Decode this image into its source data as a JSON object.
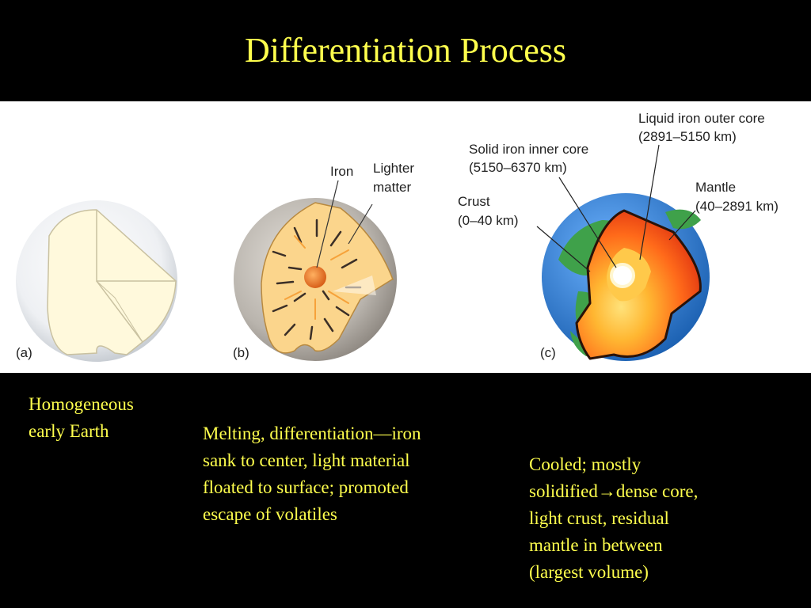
{
  "title": "Differentiation Process",
  "figure": {
    "panel_a": {
      "tag": "(a)"
    },
    "panel_b": {
      "tag": "(b)",
      "label_iron": "Iron",
      "label_lighter_1": "Lighter",
      "label_lighter_2": "matter"
    },
    "panel_c": {
      "tag": "(c)",
      "inner_core_1": "Solid iron inner core",
      "inner_core_2": "(5150–6370 km)",
      "outer_core_1": "Liquid iron outer core",
      "outer_core_2": "(2891–5150 km)",
      "crust_1": "Crust",
      "crust_2": "(0–40 km)",
      "mantle_1": "Mantle",
      "mantle_2": "(40–2891 km)"
    }
  },
  "captions": {
    "a_line1": "Homogeneous",
    "a_line2": "early Earth",
    "b_line1": "Melting, differentiation—iron",
    "b_line2": "sank to center, light material",
    "b_line3": "floated to surface; promoted",
    "b_line4": "escape of volatiles",
    "c_line1": "Cooled; mostly",
    "c_line2a": "solidified",
    "c_arrow": "→",
    "c_line2b": "dense core,",
    "c_line3": "light crust, residual",
    "c_line4": "mantle in between",
    "c_line5": "(largest volume)"
  },
  "colors": {
    "background": "#000000",
    "title_text": "#ffff4d",
    "caption_text": "#ffff4d",
    "figure_background": "#ffffff"
  }
}
